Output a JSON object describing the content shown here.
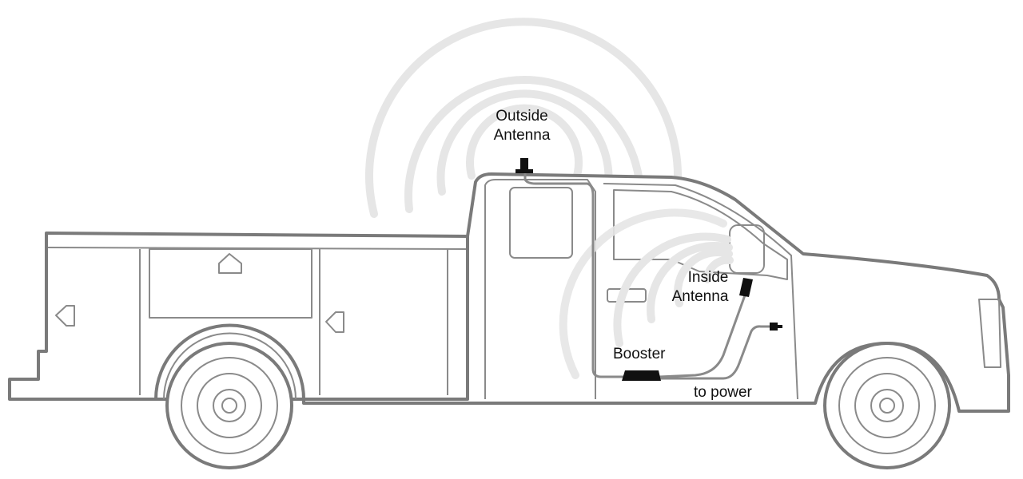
{
  "labels": {
    "outside_antenna_line1": "Outside",
    "outside_antenna_line2": "Antenna",
    "inside_antenna_line1": "Inside",
    "inside_antenna_line2": "Antenna",
    "booster": "Booster",
    "to_power": "to power"
  },
  "colors": {
    "outline": "#7a7a7a",
    "signal_rings": "#e6e6e6",
    "components": "#111111"
  }
}
